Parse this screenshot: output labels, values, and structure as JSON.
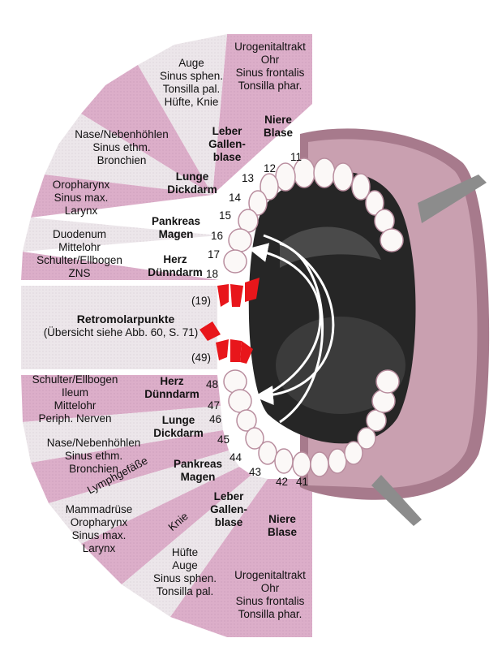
{
  "colors": {
    "segment_pink": "#dcaec9",
    "segment_light": "#ece6ea",
    "marker_red": "#e8161b",
    "mouth_dark": "#262626",
    "tooth": "#fbf8f7",
    "gum": "#b98e9f"
  },
  "upper": {
    "seg_a": "Urogenitaltrakt\nOhr\nSinus frontalis\nTonsilla phar.",
    "seg_b": "Auge\nSinus sphen.\nTonsilla pal.\nHüfte, Knie",
    "seg_c_organ": "Niere\nBlase",
    "seg_d_organ": "Leber\nGallen-\nblase",
    "seg_e": "Nase/Nebenhöhlen\nSinus ethm.\nBronchien",
    "seg_f_organ": "Lunge\nDickdarm",
    "seg_g": "Oropharynx\nSinus max.\nLarynx",
    "seg_h_organ": "Pankreas\nMagen",
    "seg_i": "Duodenum\nMittelohr\nSchulter/Ellbogen\nZNS",
    "seg_j_organ": "Herz\nDünndarm"
  },
  "retro": {
    "title": "Retromolarpunkte",
    "subtitle": "(Übersicht siehe Abb. 60, S. 71)",
    "upper_marker": "(19)",
    "lower_marker": "(49)"
  },
  "lower": {
    "seg_a": "Schulter/Ellbogen\nIleum\nMittelohr\nPeriph. Nerven",
    "seg_b_organ": "Herz\nDünndarm",
    "seg_c": "Nase/Nebenhöhlen\nSinus ethm.\nBronchien",
    "seg_d_organ": "Lunge\nDickdarm",
    "seg_e": "Lymphgefäße",
    "seg_f_organ": "Pankreas\nMagen",
    "seg_g": "Mammadrüse\nOropharynx\nSinus max.\nLarynx",
    "seg_h": "Knie",
    "seg_i_organ": "Leber\nGallen-\nblase",
    "seg_j": "Hüfte\nAuge\nSinus sphen.\nTonsilla pal.",
    "seg_k_organ": "Niere\nBlase",
    "seg_l": "Urogenitaltrakt\nOhr\nSinus frontalis\nTonsilla phar."
  },
  "teeth_upper": [
    "11",
    "12",
    "13",
    "14",
    "15",
    "16",
    "17",
    "18"
  ],
  "teeth_lower": [
    "48",
    "47",
    "46",
    "45",
    "44",
    "43",
    "42",
    "41"
  ]
}
